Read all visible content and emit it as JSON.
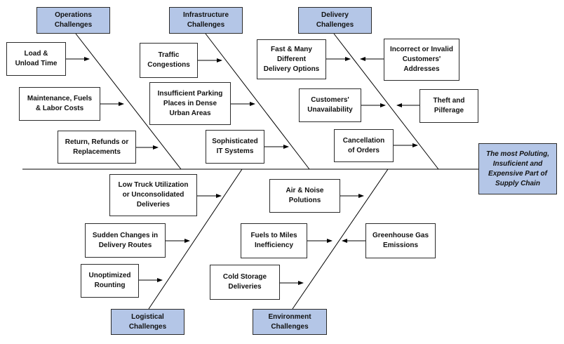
{
  "categories": {
    "operations": "Operations\nChallenges",
    "infrastructure": "Infrastructure\nChallenges",
    "delivery": "Delivery\nChallenges",
    "logistical": "Logistical\nChallenges",
    "environment": "Environment\nChallenges"
  },
  "head": "The most Poluting,\nInsuficient and\nExpensive Part of\nSupply Chain",
  "causes": {
    "load_unload": "Load &\nUnload Time",
    "maintenance": "Maintenance, Fuels\n& Labor Costs",
    "returns": "Return, Refunds or\nReplacements",
    "traffic": "Traffic\nCongestions",
    "parking": "Insufficient Parking\nPlaces in Dense\nUrban Areas",
    "it_systems": "Sophisticated\nIT Systems",
    "fast_delivery": "Fast & Many\nDifferent\nDelivery Options",
    "invalid_address": "Incorrect or Invalid\nCustomers'\nAddresses",
    "unavailability": "Customers'\nUnavailability",
    "theft": "Theft and\nPilferage",
    "cancellation": "Cancellation\nof Orders",
    "truck_utilization": "Low Truck Utilization\nor Unconsolidated\nDeliveries",
    "route_changes": "Sudden Changes in\nDelivery Routes",
    "routing": "Unoptimized\nRounting",
    "air_noise": "Air & Noise\nPolutions",
    "fuel_miles": "Fuels to Miles\nInefficiency",
    "greenhouse": "Greenhouse Gas\nEmissions",
    "cold_storage": "Cold Storage\nDeliveries"
  }
}
